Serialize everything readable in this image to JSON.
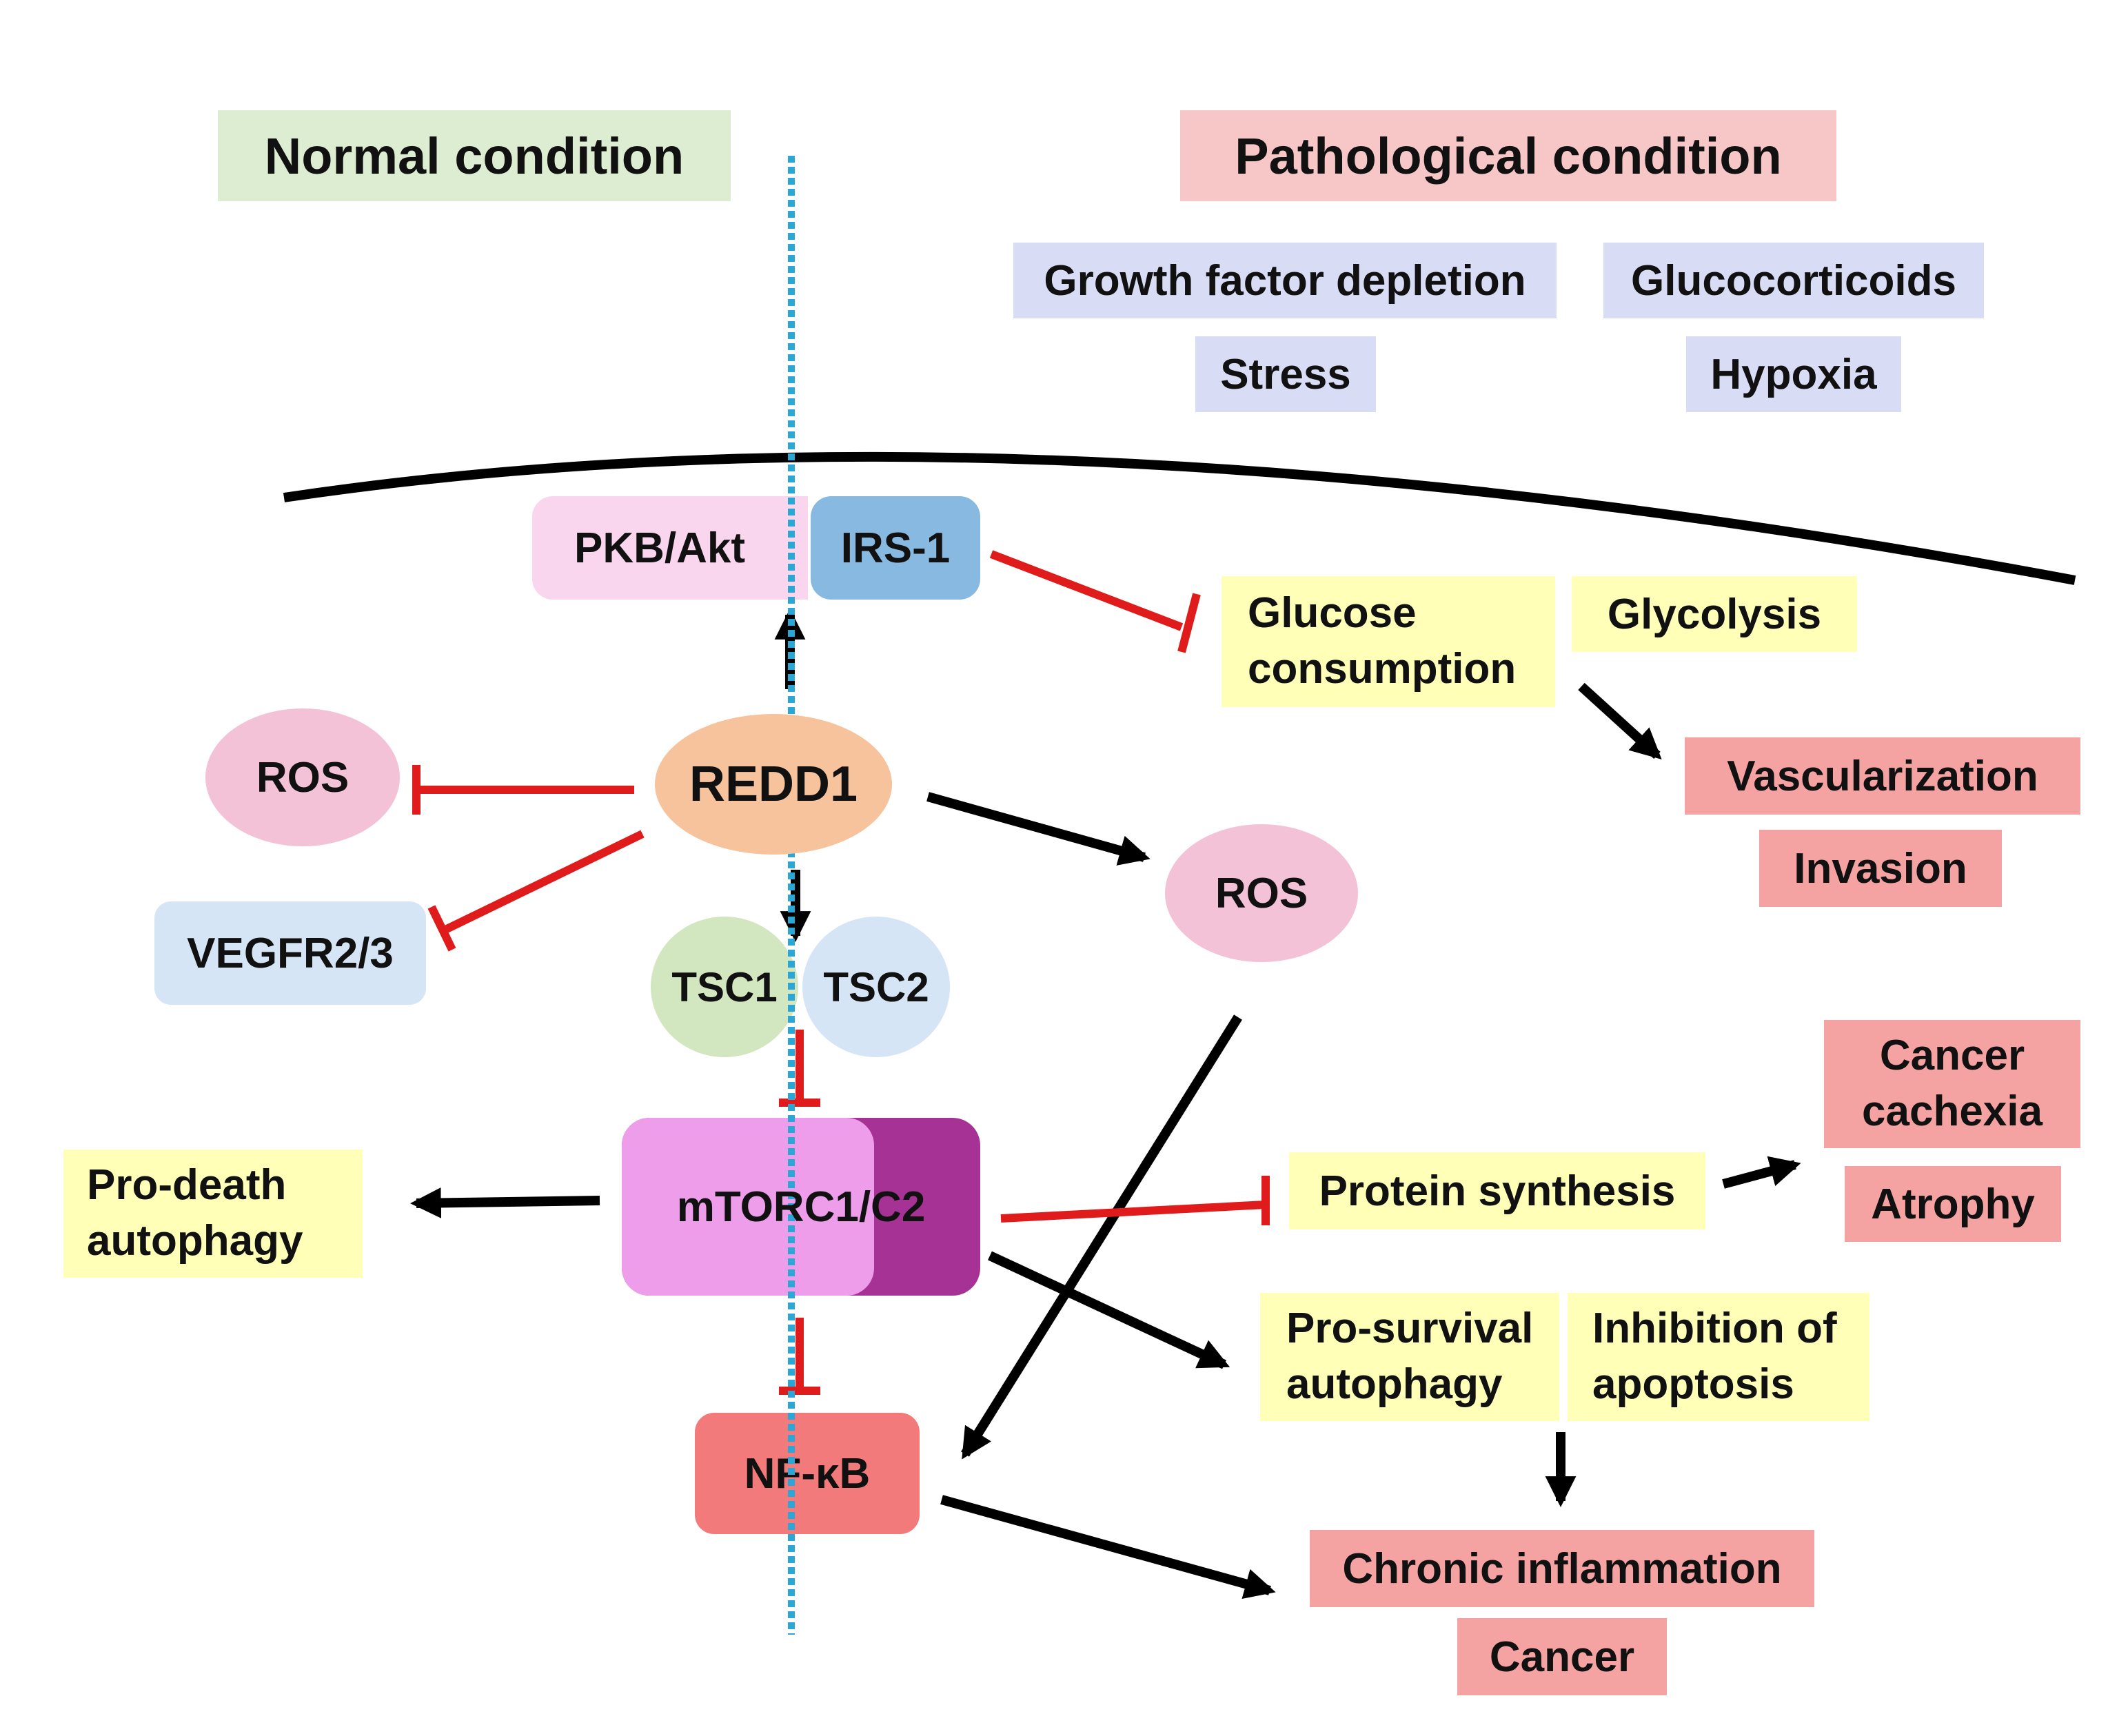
{
  "colors": {
    "green_header": "#dcedd2",
    "pink_header": "#f7c6c6",
    "lavender": "#d9dcf5",
    "light_pink": "#f9d5ee",
    "blue": "#88b9e0",
    "orange": "#f7c39c",
    "ros_pink": "#f4c2d7",
    "light_blue": "#d6e5f5",
    "tsc_green": "#d2e6c0",
    "mtor_light": "#ed9dea",
    "mtor_dark": "#a73296",
    "nfkb_red": "#f27a7a",
    "yellow": "#ffffb7",
    "salmon": "#f5a2a2",
    "activation_arrow": "#000000",
    "inhibition_arrow": "#e01b1b",
    "divider": "#2aa7d6"
  },
  "headers": {
    "normal": "Normal condition",
    "pathological": "Pathological condition"
  },
  "factors": {
    "growth": "Growth factor depletion",
    "glucocorticoids": "Glucocorticoids",
    "stress": "Stress",
    "hypoxia": "Hypoxia"
  },
  "nodes": {
    "pkb": "PKB/Akt",
    "irs": "IRS-1",
    "redd1": "REDD1",
    "ros_left": "ROS",
    "vegfr": "VEGFR2/3",
    "ros_right": "ROS",
    "tsc1": "TSC1",
    "tsc2": "TSC2",
    "mtor": "mTORC1/C2",
    "nfkb": "NF-κB"
  },
  "outcomes": {
    "glucose": "Glucose\nconsumption",
    "glycolysis": "Glycolysis",
    "vascularization": "Vascularization",
    "invasion": "Invasion",
    "prodeath": "Pro-death\nautophagy",
    "protein": "Protein synthesis",
    "cachexia": "Cancer\ncachexia",
    "atrophy": "Atrophy",
    "prosurvival": "Pro-survival\nautophagy",
    "inhibition_apoptosis": "Inhibition of\napoptosis",
    "chronic_inflammation": "Chronic inflammation",
    "cancer": "Cancer"
  }
}
